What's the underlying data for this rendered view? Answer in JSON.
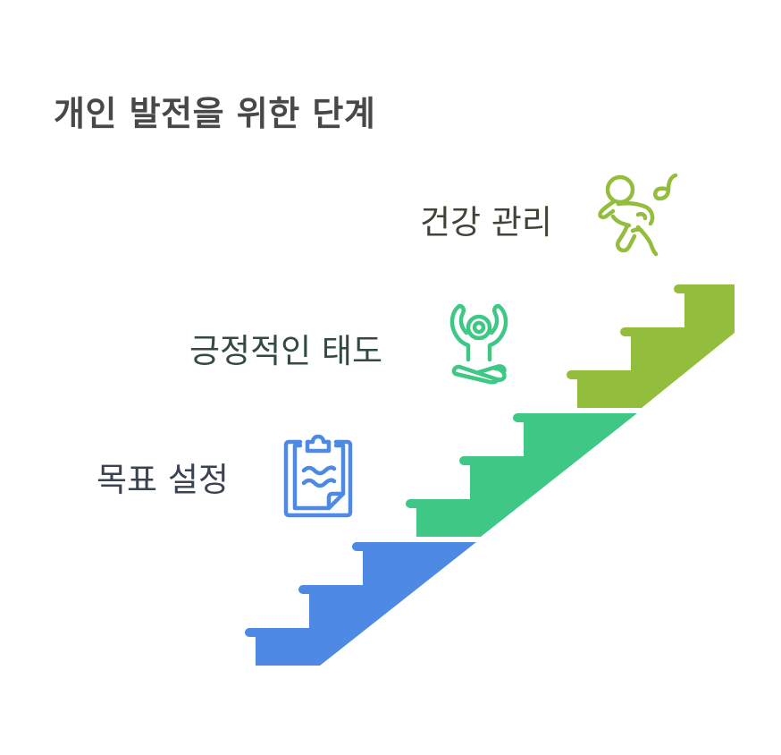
{
  "title": "개인 발전을 위한 단계",
  "steps": [
    {
      "label": "목표 설정",
      "icon": "clipboard-icon",
      "color": "#4e8ae4"
    },
    {
      "label": "긍정적인 태도",
      "icon": "meditation-person-icon",
      "color": "#3ec785"
    },
    {
      "label": "건강 관리",
      "icon": "dancing-person-music-icon",
      "color": "#93bd3c"
    }
  ],
  "colors": {
    "title": "#484848",
    "stair_1": "#4e8ae4",
    "stair_2": "#3ec785",
    "stair_3": "#93bd3c"
  }
}
